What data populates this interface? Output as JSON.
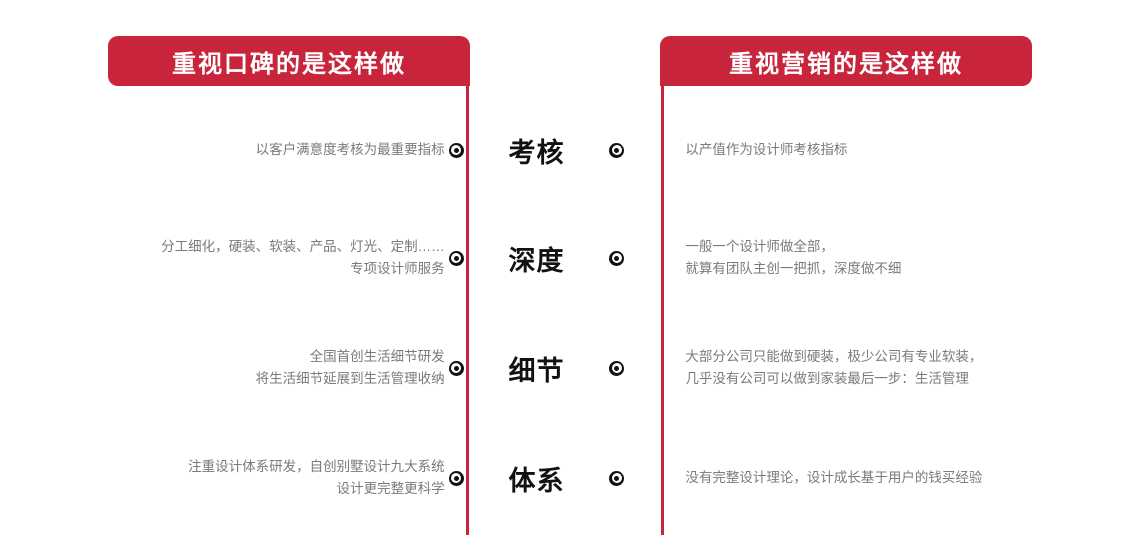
{
  "headers": {
    "left": "重视口碑的是这样做",
    "right": "重视营销的是这样做"
  },
  "colors": {
    "banner": "#C8253C",
    "spine": "#C8253C",
    "banner_text": "#FFFFFF",
    "body_text": "#7A7A7A",
    "center_label": "#111111",
    "marker": "#111111",
    "background": "#FFFFFF"
  },
  "rows": [
    {
      "category": "考核",
      "left": "以客户满意度考核为最重要指标",
      "right": "以产值作为设计师考核指标"
    },
    {
      "category": "深度",
      "left": "分工细化，硬装、软装、产品、灯光、定制……\n专项设计师服务",
      "right": "一般一个设计师做全部，\n就算有团队主创一把抓，深度做不细"
    },
    {
      "category": "细节",
      "left": "全国首创生活细节研发\n将生活细节延展到生活管理收纳",
      "right": "大部分公司只能做到硬装，极少公司有专业软装，\n几乎没有公司可以做到家装最后一步：生活管理"
    },
    {
      "category": "体系",
      "left": "注重设计体系研发，自创别墅设计九大系统\n设计更完整更科学",
      "right": "没有完整设计理论，设计成长基于用户的钱买经验"
    }
  ]
}
